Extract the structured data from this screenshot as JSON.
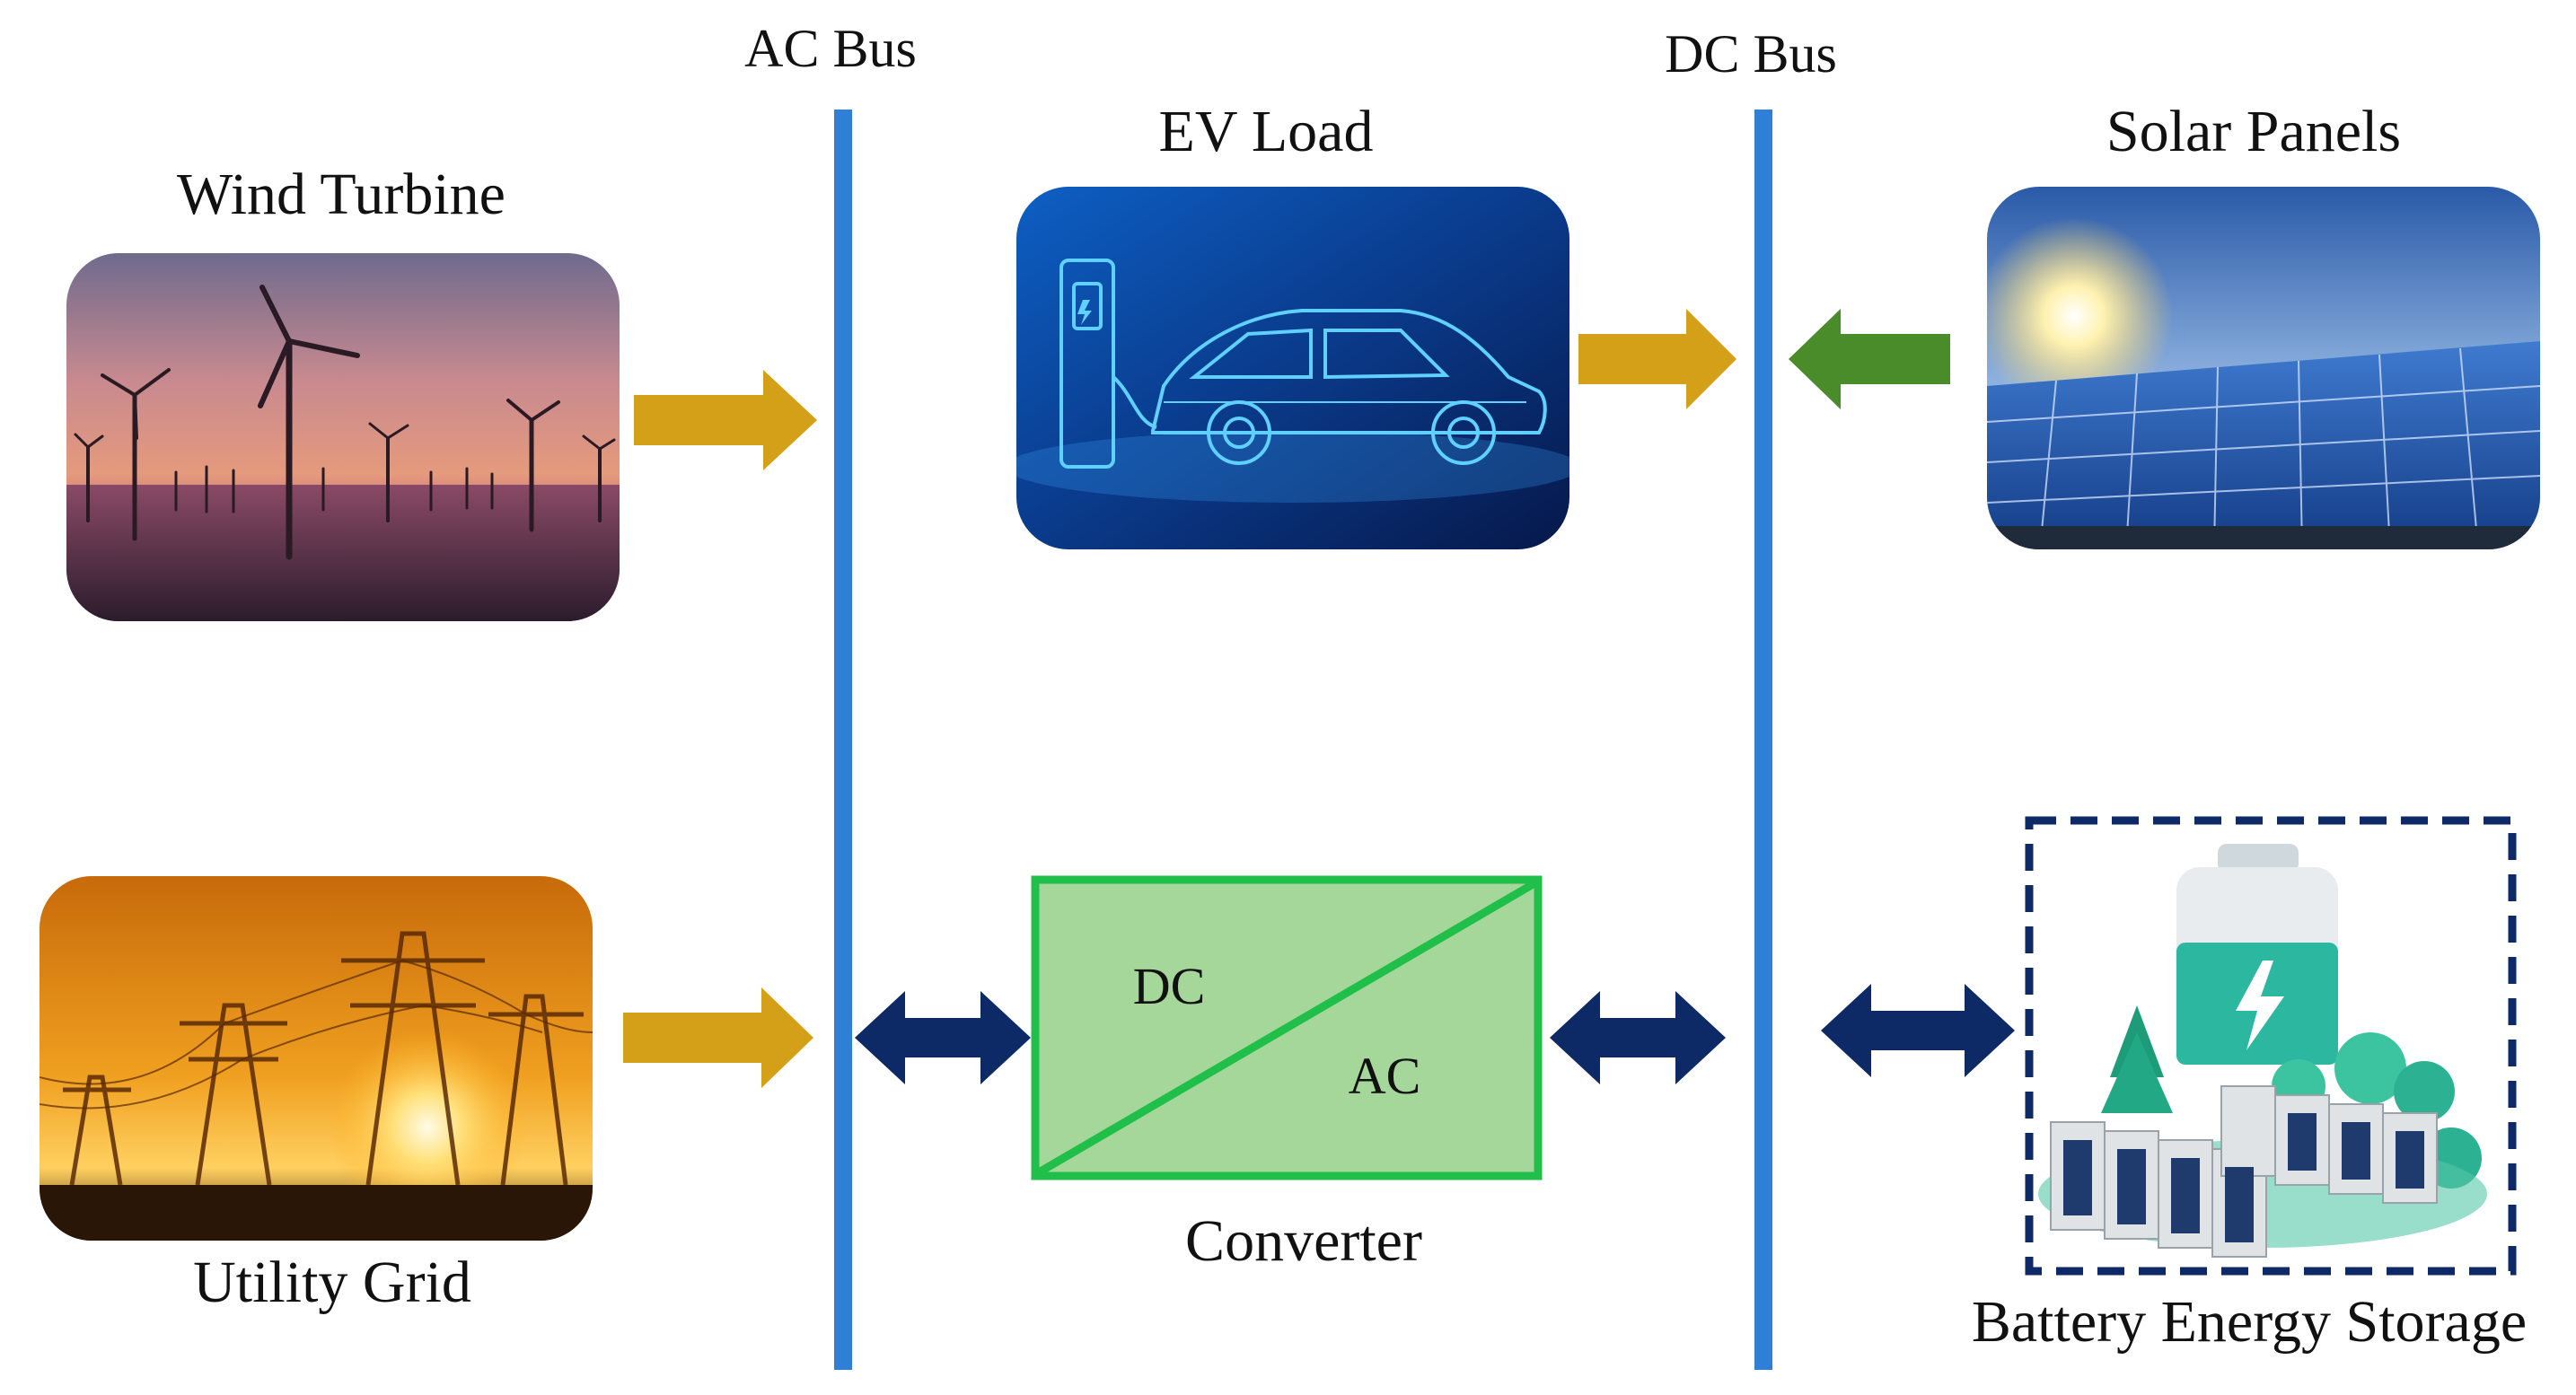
{
  "labels": {
    "ac_bus": "AC Bus",
    "dc_bus": "DC Bus",
    "wind_turbine": "Wind Turbine",
    "ev_load": "EV Load",
    "solar_panels": "Solar Panels",
    "utility_grid": "Utility Grid",
    "converter": "Converter",
    "converter_dc": "DC",
    "converter_ac": "AC",
    "battery_storage": "Battery Energy Storage"
  },
  "colors": {
    "bus": "#2f7fd6",
    "arrow_gold": "#d4a017",
    "arrow_green": "#4a8c2a",
    "arrow_navy": "#0d2a66",
    "converter_fill": "#a5d69a",
    "converter_border": "#1fbf4a",
    "battery_border": "#0d2a66"
  },
  "icons": {
    "wind_turbine": "wind-farm-sunset-photo",
    "ev_load": "ev-charging-car-photo",
    "solar_panels": "solar-panel-array-photo",
    "utility_grid": "power-pylons-sunset-photo",
    "battery_storage": "battery-storage-illustration"
  }
}
